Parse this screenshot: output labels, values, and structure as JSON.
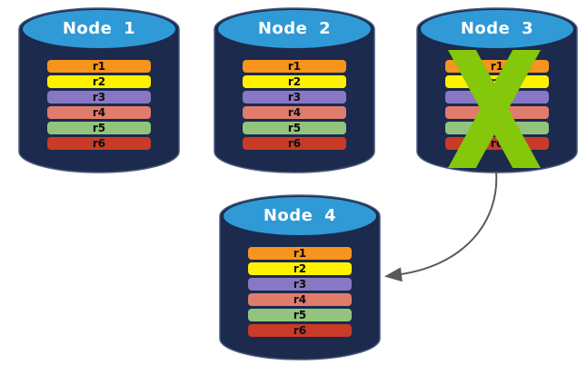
{
  "nodes": [
    {
      "label": "Node 1",
      "failed": false
    },
    {
      "label": "Node 2",
      "failed": false
    },
    {
      "label": "Node 3",
      "failed": true
    },
    {
      "label": "Node 4",
      "failed": false
    }
  ],
  "rows": [
    {
      "label": "r1",
      "color": "#F7941D"
    },
    {
      "label": "r2",
      "color": "#FFF100"
    },
    {
      "label": "r3",
      "color": "#8878C3"
    },
    {
      "label": "r4",
      "color": "#DF7C6C"
    },
    {
      "label": "r5",
      "color": "#93C47E"
    },
    {
      "label": "r6",
      "color": "#C93B27"
    }
  ],
  "colors": {
    "cylinder_body": "#1B2A4D",
    "cylinder_edge": "#47587B",
    "cylinder_top": "#2F9AD6",
    "node_label_text": "#FFFFFF",
    "row_label_text": "#0B0B0B",
    "x_mark": "#84C70B",
    "arrow": "#595959"
  },
  "icons": {
    "x_mark": "x-cross-icon",
    "arrow": "curved-arrow-icon",
    "cylinder": "database-cylinder-icon"
  }
}
